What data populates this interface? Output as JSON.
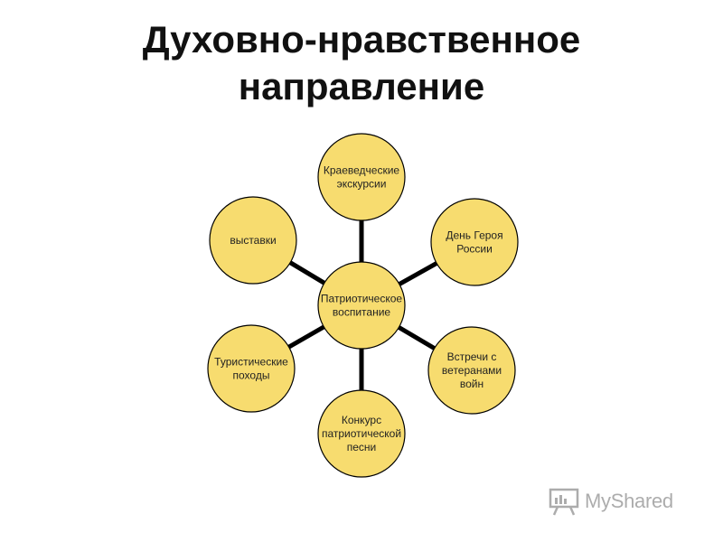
{
  "title": {
    "line1": "Духовно-нравственное",
    "line2": "направление"
  },
  "diagram": {
    "center": {
      "lines": [
        "Патриотическое",
        "воспитание"
      ]
    },
    "nodes": [
      {
        "id": "kraeved",
        "lines": [
          "Краеведческие",
          "экскурсии"
        ]
      },
      {
        "id": "den-geroya",
        "lines": [
          "День Героя",
          "России"
        ]
      },
      {
        "id": "vstrechi",
        "lines": [
          "Встречи с",
          "ветеранами",
          "войн"
        ]
      },
      {
        "id": "konkurs",
        "lines": [
          "Конкурс",
          "патриотической",
          "песни"
        ]
      },
      {
        "id": "pokhody",
        "lines": [
          "Туристические",
          "походы"
        ]
      },
      {
        "id": "vystavki",
        "lines": [
          "выставки"
        ]
      }
    ],
    "colors": {
      "fill": "#F7DC6F",
      "stroke": "#000000"
    }
  },
  "watermark": {
    "text": "MyShared",
    "icon": "presentation-board-icon"
  }
}
